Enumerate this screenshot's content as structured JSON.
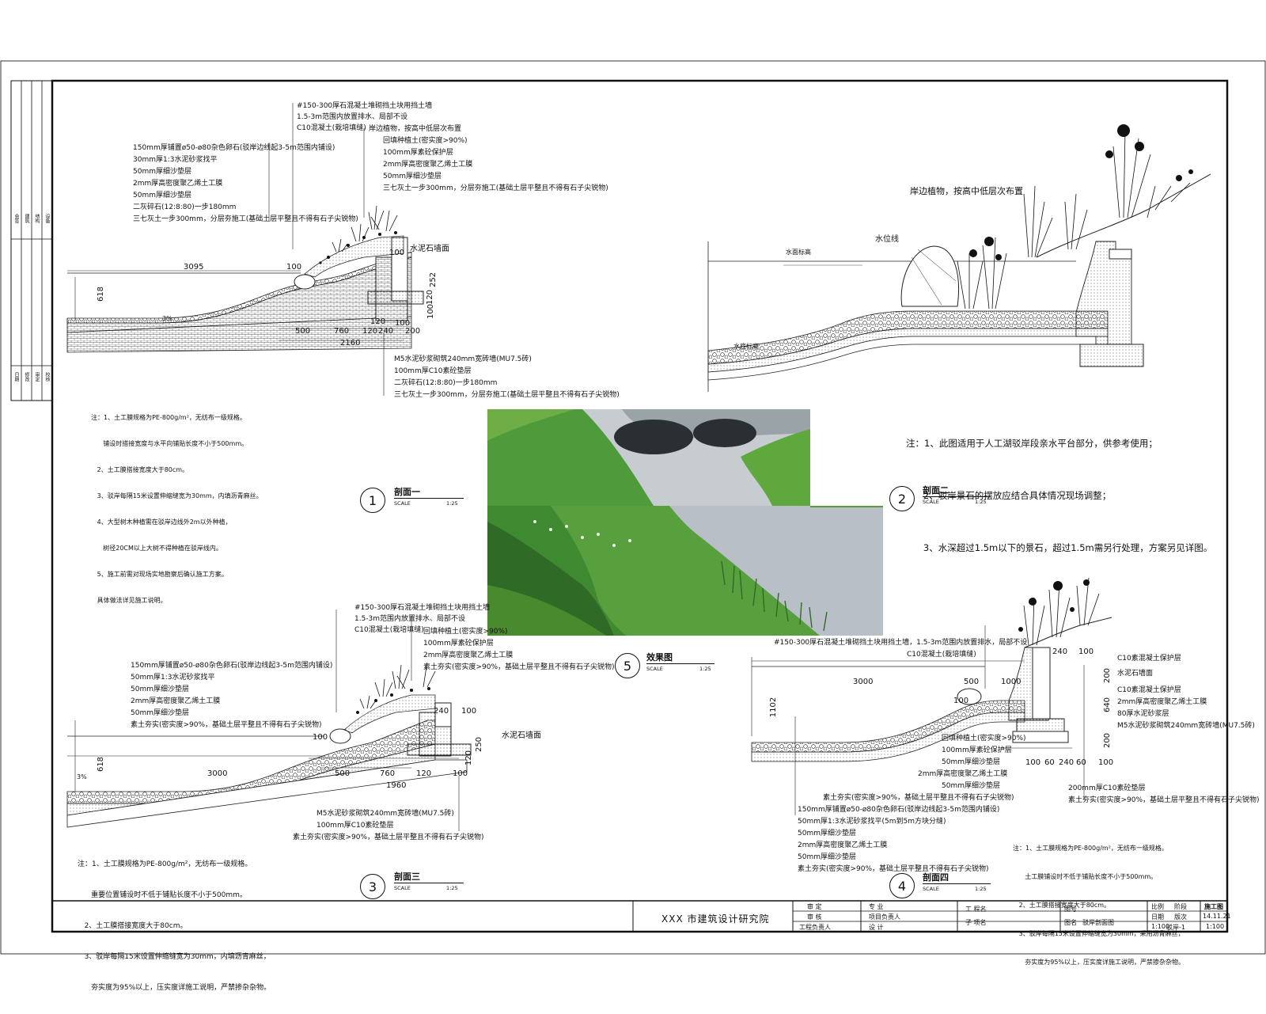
{
  "sections": {
    "s1": {
      "number": "1",
      "title": "剖面一",
      "scale_label": "SCALE",
      "scale": "1:25",
      "notes_top": [
        "#150-300厚石混凝土堆砌挡土块用挡土墙",
        "1.5-3m范围内放置排水、局部不设",
        "C10混凝土(栽培填缝)",
        "150mm厚铺置ø50-ø80杂色卵石(驳岸边线起3-5m范围内铺设)",
        "30mm厚1:3水泥砂浆找平",
        "50mm厚细沙垫层",
        "2mm厚高密度聚乙烯土工膜",
        "50mm厚细沙垫层",
        "二灰碎石(12:8:80)一步180mm",
        "三七灰土一步300mm，分层夯施工(基础土层平整且不得有石子尖锐物)"
      ],
      "notes_right": [
        "岸边植物，按高中低层次布置",
        "回填种植土(密实度>90%)",
        "100mm厚素砼保护层",
        "2mm厚高密度聚乙烯土工膜",
        "50mm厚细沙垫层",
        "三七灰土一步300mm，分层夯施工(基础土层平整且不得有石子尖锐物)"
      ],
      "label_wall": "水泥石墙面",
      "notes_bottom": [
        "M5水泥砂浆砌筑240mm宽砖墙(MU7.5砖)",
        "100mm厚C10素砼垫层",
        "二灰碎石(12:8:80)一步180mm",
        "三七灰土一步300mm，分层夯施工(基础土层平整且不得有石子尖锐物)"
      ],
      "dims": {
        "d3095": "3095",
        "d100": "100",
        "d618": "618",
        "d500": "500",
        "d760": "760",
        "d2160": "2160",
        "d120": "120",
        "d240": "240",
        "d200": "200",
        "d100b": "100",
        "d120b": "120",
        "d252": "252",
        "d120c": "120",
        "d100c": "100",
        "d100d": "100",
        "d3pct": "3%"
      },
      "footnotes": [
        "注：1、土工膜规格为PE-800g/m²，无纺布一级规格。",
        "      铺设时搭接宽度与水平向铺贴长度不小于500mm。",
        "   2、土工膜搭接宽度大于80cm。",
        "   3、驳岸每隔15米设置伸缩缝宽为30mm，内填沥青麻丝。",
        "   4、大型树木种植需在驳岸边线外2m以外种植，",
        "      树径20CM以上大树不得种植在驳岸线内。",
        "   5、施工前需对现场实地勘察后确认施工方案。",
        "   具体做法详见施工说明。"
      ]
    },
    "s2": {
      "number": "2",
      "title": "剖面二",
      "scale_label": "SCALE",
      "scale": "1:25",
      "label_plants": "岸边植物，按高中低层次布置",
      "label_water": "水位线",
      "label_normal": "水面标高",
      "label_bottom": "水底标高",
      "notes": [
        "注：1、此图适用于人工湖驳岸段亲水平台部分，供参考使用；",
        "      2、驳岸景石的摆放应结合具体情况现场调整；",
        "      3、水深超过1.5m以下的景石，超过1.5m需另行处理，方案另见详图。"
      ]
    },
    "s3": {
      "number": "3",
      "title": "剖面三",
      "scale_label": "SCALE",
      "scale": "1:25",
      "notes_top": [
        "#150-300厚石混凝土堆砌挡土块用挡土墙",
        "1.5-3m范围内放置排水、局部不设",
        "C10混凝土(栽培填缝)",
        "150mm厚铺置ø50-ø80杂色卵石(驳岸边线起3-5m范围内铺设)",
        "50mm厚1:3水泥砂浆找平",
        "50mm厚细沙垫层",
        "2mm厚高密度聚乙烯土工膜",
        "50mm厚细沙垫层",
        "素土夯实(密实度>90%，基础土层平整且不得有石子尖锐物)"
      ],
      "notes_right": [
        "回填种植土(密实度>90%)",
        "100mm厚素砼保护层",
        "2mm厚高密度聚乙烯土工膜",
        "素土夯实(密实度>90%，基础土层平整且不得有石子尖锐物)"
      ],
      "label_wall": "水泥石墙面",
      "notes_bottom": [
        "M5水泥砂浆砌筑240mm宽砖墙(MU7.5砖)",
        "100mm厚C10素砼垫层",
        "素土夯实(密实度>90%，基础土层平整且不得有石子尖锐物)"
      ],
      "dims": {
        "d3000": "3000",
        "d100": "100",
        "d618": "618",
        "d3pct": "3%",
        "d500": "500",
        "d760": "760",
        "d1960": "1960",
        "d240": "240",
        "d100b": "100",
        "d120": "120",
        "d250": "250",
        "d120b": "120",
        "d100c": "100"
      },
      "footnotes": [
        "注：1、土工膜规格为PE-800g/m²，无纺布一级规格。",
        "      重要位置铺设时不低于铺贴长度不小于500mm。",
        "   2、土工膜搭接宽度大于80cm。",
        "   3、驳岸每隔15米设置伸缩缝宽为30mm，内填沥青麻丝，",
        "      夯实度为95%以上，压实度详施工说明，严禁掺杂杂物。"
      ]
    },
    "s4": {
      "number": "4",
      "title": "剖面四",
      "scale_label": "SCALE",
      "scale": "1:25",
      "notes_top": [
        "#150-300厚石混凝土堆砌挡土块用挡土墙，1.5-3m范围内放置排水，局部不设",
        "C10混凝土(栽培填缝)"
      ],
      "notes_right": [
        "C10素混凝土保护层",
        "水泥石墙面",
        "C10素混凝土保护层",
        "2mm厚高密度聚乙烯土工膜",
        "80厚水泥砂浆层",
        "M5水泥砂浆砌筑240mm宽砖墙(MU7.5砖)",
        "200mm厚C10素砼垫层",
        "素土夯实(密实度>90%，基础土层平整且不得有石子尖锐物)"
      ],
      "notes_mid": [
        "回填种植土(密实度>90%)",
        "100mm厚素砼保护层",
        "50mm厚细沙垫层",
        "2mm厚高密度聚乙烯土工膜",
        "50mm厚细沙垫层",
        "素土夯实(密实度>90%，基础土层平整且不得有石子尖锐物)"
      ],
      "notes_bottom": [
        "150mm厚铺置ø50-ø80杂色卵石(驳岸边线起3-5m范围内铺设)",
        "50mm厚1:3水泥砂浆找平(5m到5m方块分缝)",
        "50mm厚细沙垫层",
        "2mm厚高密度聚乙烯土工膜",
        "50mm厚细沙垫层",
        "素土夯实(密实度>90%，基础土层平整且不得有石子尖锐物)"
      ],
      "dims": {
        "d3000": "3000",
        "d500": "500",
        "d1000": "1000",
        "d100": "100",
        "d1102": "1102",
        "d240": "240",
        "d100b": "100",
        "d200": "200",
        "d640": "640",
        "d200b": "200",
        "d100c": "100",
        "d60": "60",
        "d240b": "240",
        "d60b": "60",
        "d100d": "100"
      },
      "footnotes": [
        "注：1、土工膜规格为PE-800g/m²，无纺布一级规格。",
        "      土工膜铺设时不低于铺贴长度不小于500mm。",
        "   2、土工膜搭接宽度大于80cm。",
        "   3、驳岸每隔15米设置伸缩缝宽为30mm，采用沥青麻丝，",
        "      夯实度为95%以上，压实度详施工说明，严禁掺杂杂物。"
      ]
    },
    "s5": {
      "number": "5",
      "title": "效果图",
      "scale_label": "SCALE",
      "scale": "1:25"
    }
  },
  "title_block": {
    "org": "XXX 市建筑设计研究院",
    "c1": [
      "审  定",
      "审  核",
      "工程负责人"
    ],
    "c2": [
      "专  业",
      "项目负责人",
      "设  计"
    ],
    "c3": [
      "工  程名",
      "子  项名"
    ],
    "c4": [
      "图号",
      "图名"
    ],
    "c5_name": "驳岸剖面图",
    "c6": [
      "比例",
      "日期",
      "1:100"
    ],
    "c7": [
      "阶段",
      "施工图",
      "驳岸-1"
    ],
    "c8": [
      "版次",
      "14.11.21",
      "1:100"
    ]
  },
  "left_strip": {
    "top_labels": [
      "会签",
      "建筑",
      "结构",
      "设备"
    ],
    "bottom_labels": [
      "日期",
      "修改",
      "审定",
      "校核"
    ]
  },
  "colors": {
    "line": "#111111",
    "grass": "#4f9a3a",
    "water": "#b7bcc4",
    "hedge": "#2f6b26"
  }
}
